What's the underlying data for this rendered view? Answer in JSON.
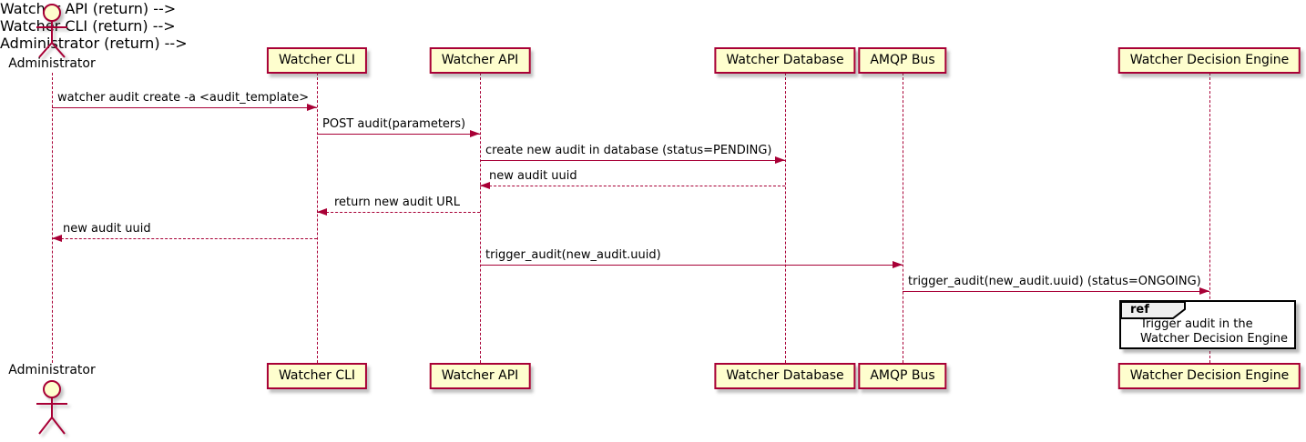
{
  "diagram": {
    "kind": "sequence-diagram",
    "colors": {
      "accent_border": "#A80036",
      "participant_fill": "#FEFECE",
      "lifeline": "#A80036",
      "arrow": "#A80036",
      "ref_border": "#000000",
      "ref_header_fill": "#EEEEEE",
      "text": "#000000",
      "background": "#FFFFFF"
    },
    "actor": {
      "name": "Administrator"
    },
    "participants": [
      {
        "name": "Watcher CLI"
      },
      {
        "name": "Watcher API"
      },
      {
        "name": "Watcher Database"
      },
      {
        "name": "AMQP Bus"
      },
      {
        "name": "Watcher Decision Engine"
      }
    ],
    "messages": [
      {
        "from": "Administrator",
        "to": "Watcher CLI",
        "style": "solid",
        "text": "watcher audit create -a <audit_template>"
      },
      {
        "from": "Watcher CLI",
        "to": "Watcher API",
        "style": "solid",
        "text": "POST audit(parameters)"
      },
      {
        "from": "Watcher API",
        "to": "Watcher Database",
        "style": "solid",
        "text": "create new audit in database (status=PENDING)"
      },
      {
        "from": "Watcher Database",
        "to": "Watcher API",
        "style": "dashed",
        "text": "new audit uuid"
      },
      {
        "from": "Watcher API",
        "to": "Watcher CLI",
        "style": "dashed",
        "text": "return new audit URL"
      },
      {
        "from": "Watcher CLI",
        "to": "Administrator",
        "style": "dashed",
        "text": "new audit uuid"
      },
      {
        "from": "Watcher API",
        "to": "AMQP Bus",
        "style": "solid",
        "text": "trigger_audit(new_audit.uuid)"
      },
      {
        "from": "AMQP Bus",
        "to": "Watcher Decision Engine",
        "style": "solid",
        "text": "trigger_audit(new_audit.uuid) (status=ONGOING)"
      }
    ],
    "ref": {
      "keyword": "ref",
      "over": "Watcher Decision Engine",
      "lines": [
        "Trigger audit in the",
        "Watcher Decision Engine"
      ]
    }
  }
}
